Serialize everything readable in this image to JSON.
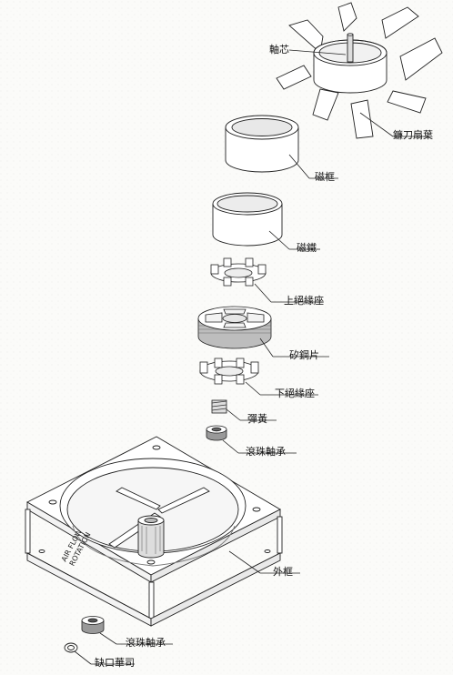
{
  "labels": {
    "shaft": "軸芯",
    "blades": "鐮刀扇葉",
    "magnet_frame": "磁框",
    "magnet": "磁鐵",
    "upper_insulator": "上絕緣座",
    "silicon_steel": "矽鋼片",
    "lower_insulator": "下絕緣座",
    "spring": "彈黃",
    "ball_bearing_top": "滾珠軸承",
    "outer_frame": "外框",
    "ball_bearing_bottom": "滾珠軸承",
    "snap_ring": "缺口華司"
  },
  "frame_text": {
    "airflow": "AIR FLOW",
    "rotation": "ROTATION"
  },
  "colors": {
    "line": "#222222",
    "fill": "#ffffff",
    "shade": "#9a9a9a",
    "paper": "#fbfbf9"
  }
}
